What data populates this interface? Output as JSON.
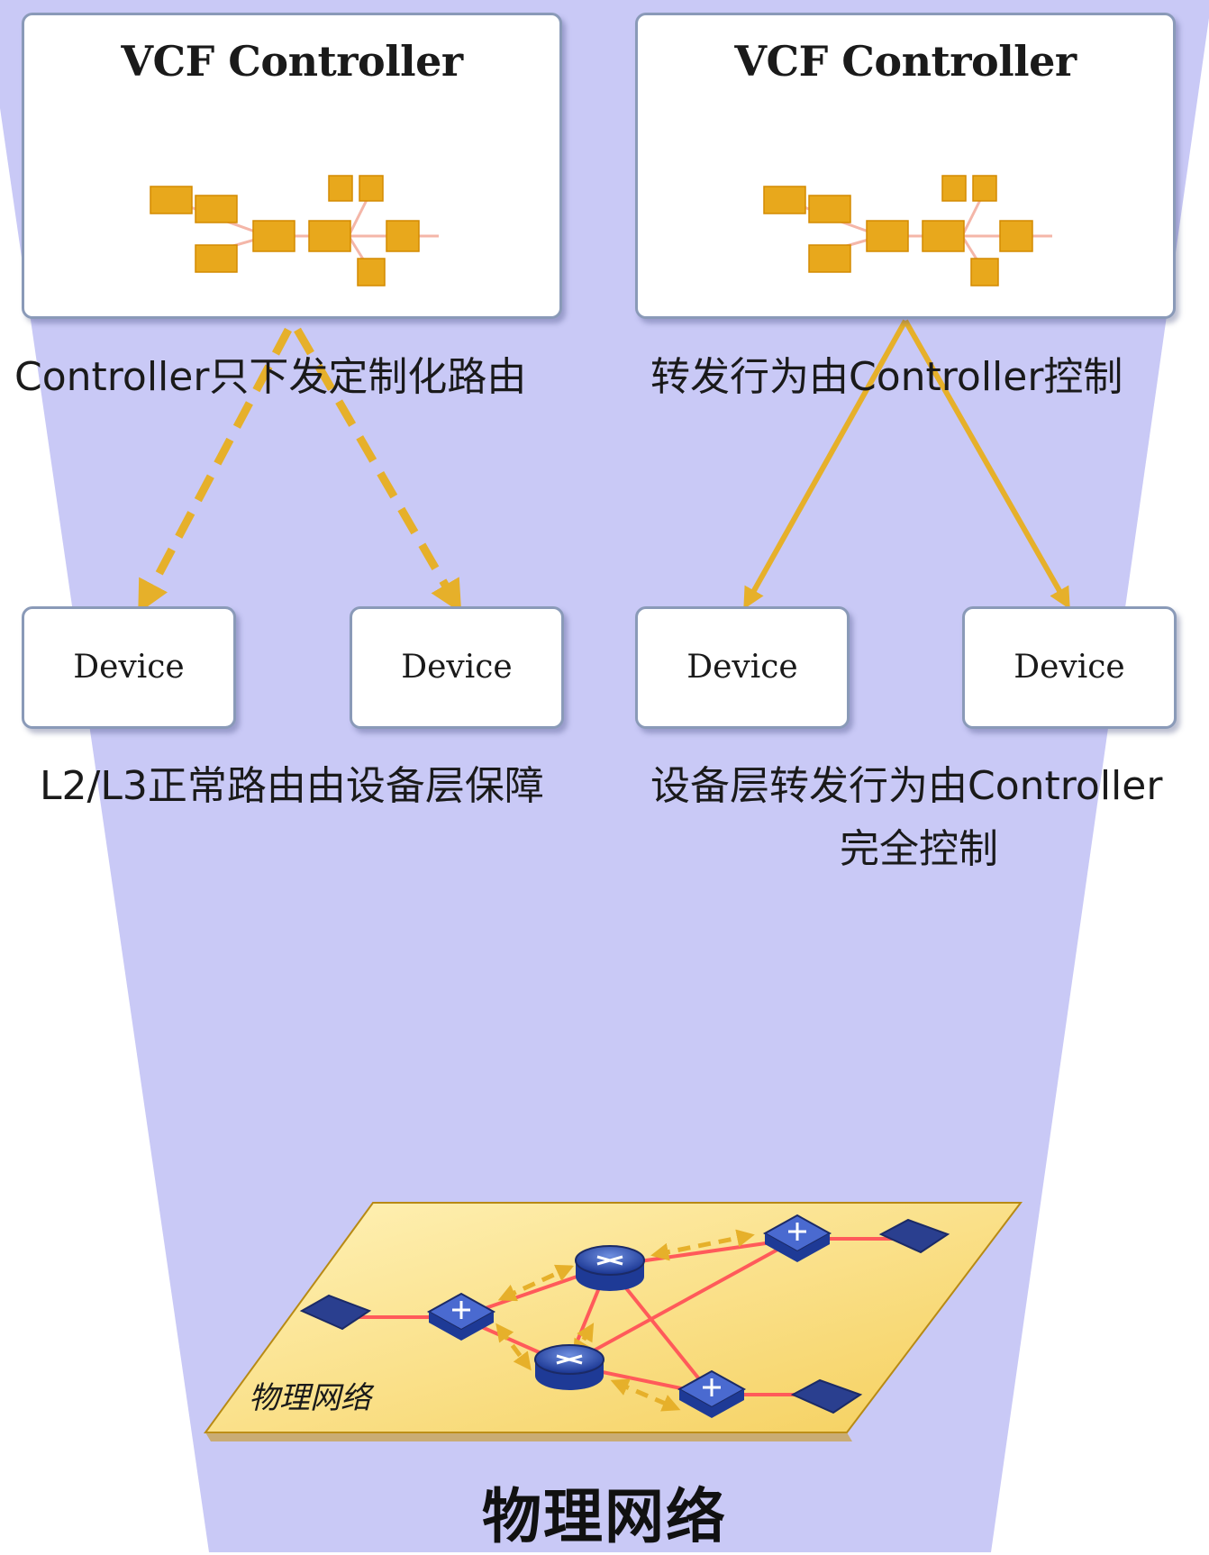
{
  "left_panel": {
    "controller_title": "VCF Controller",
    "caption": "Controller只下发定制化路由",
    "devices": [
      "Device",
      "Device"
    ],
    "bottom_caption": "L2/L3正常路由由设备层保障"
  },
  "right_panel": {
    "controller_title": "VCF Controller",
    "caption": "转发行为由Controller控制",
    "devices": [
      "Device",
      "Device"
    ],
    "bottom_caption_line1": "设备层转发行为由Controller",
    "bottom_caption_line2": "完全控制"
  },
  "network_plane": {
    "label": "物理网络"
  },
  "bottom_title": "物理网络",
  "colors": {
    "funnel": "#c9c9f6",
    "arrow": "#e6b02a",
    "flow_block": "#e8a81c",
    "plane": "#fbe59a",
    "link": "#ff5a5a",
    "device_blue": "#3a5ab8"
  },
  "icons": [
    "flow-diagram-icon",
    "router-icon",
    "switch-icon",
    "host-icon"
  ]
}
